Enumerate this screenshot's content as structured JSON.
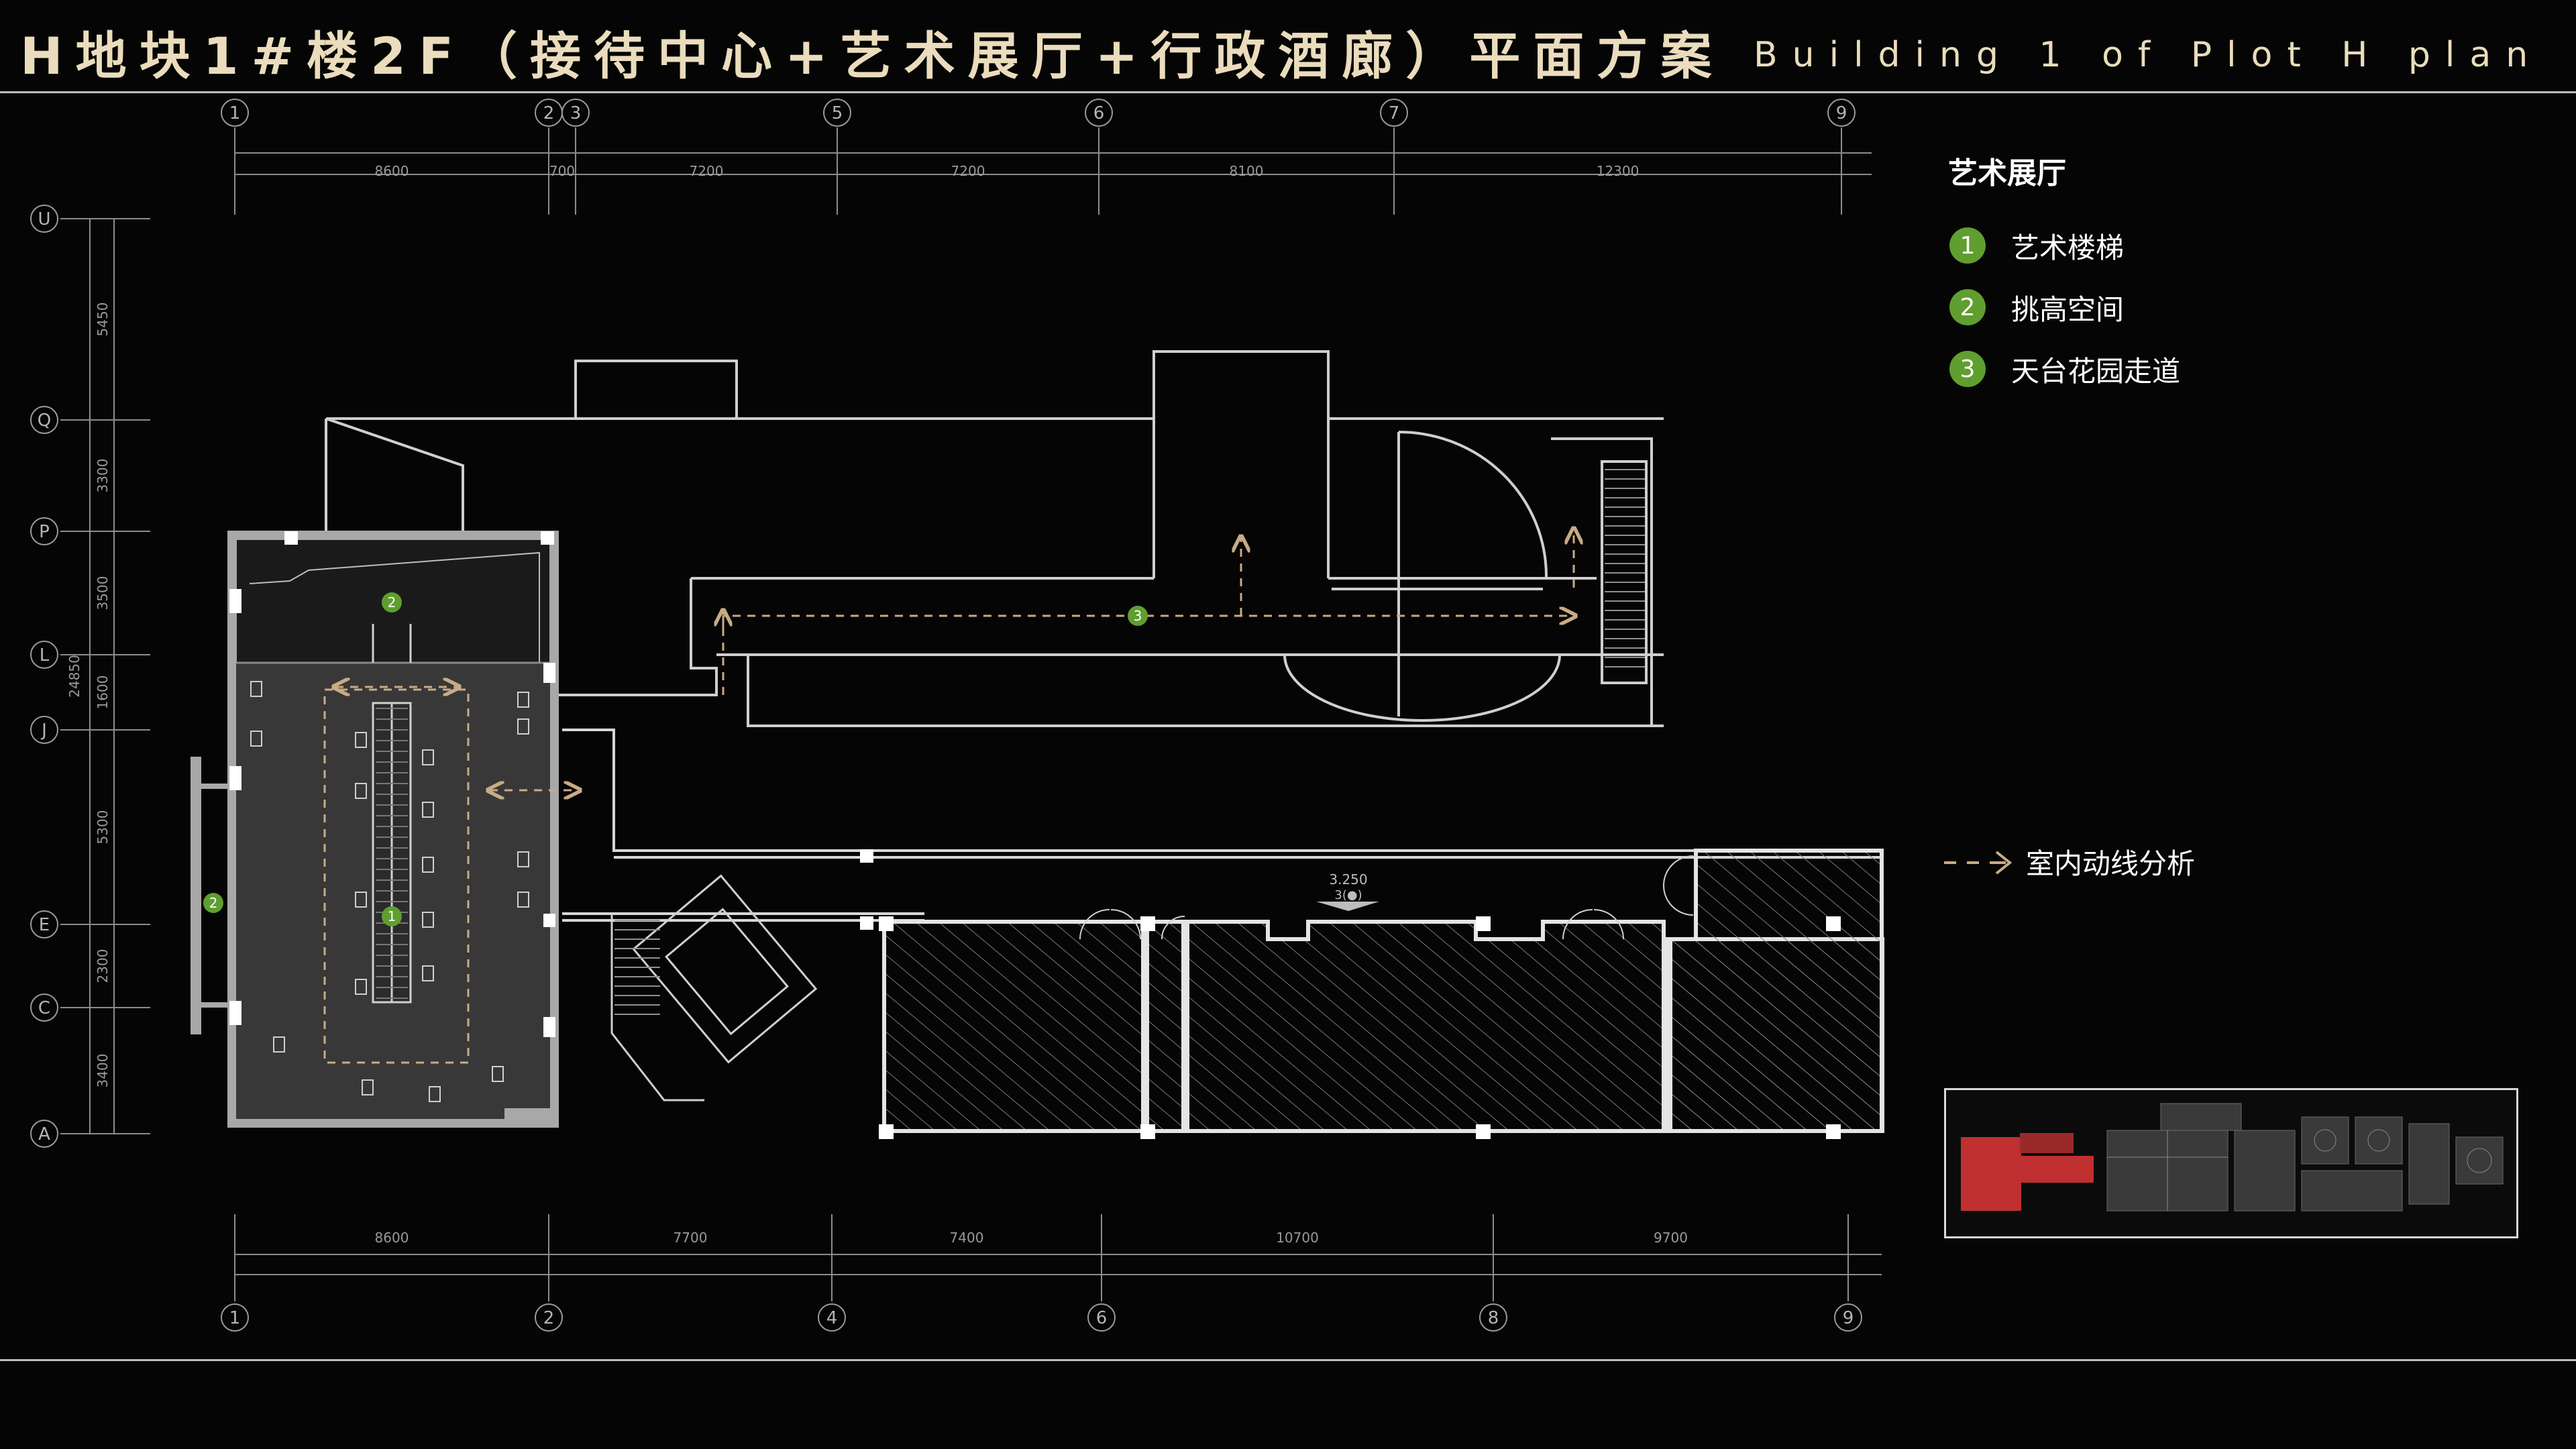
{
  "title": {
    "zh": "H地块1#楼2F（接待中心+艺术展厅+行政酒廊）平面方案",
    "en": "Building 1 of Plot H plan"
  },
  "legend": {
    "title": "艺术展厅",
    "items": [
      {
        "number": "1",
        "label": "艺术楼梯"
      },
      {
        "number": "2",
        "label": "挑高空间"
      },
      {
        "number": "3",
        "label": "天台花园走道"
      }
    ],
    "route_label": "室内动线分析"
  },
  "axes": {
    "top": [
      "1",
      "2",
      "3",
      "5",
      "6",
      "7",
      "9"
    ],
    "top_dims": [
      "8600",
      "700",
      "7200",
      "7200",
      "8100",
      "12300"
    ],
    "bottom": [
      "1",
      "2",
      "4",
      "6",
      "8",
      "9"
    ],
    "bottom_dims": [
      "8600",
      "7700",
      "7400",
      "10700",
      "9700"
    ],
    "left": [
      "U",
      "Q",
      "P",
      "L",
      "J",
      "E",
      "C",
      "A"
    ],
    "left_dims": [
      "5450",
      "3300",
      "3500",
      "1600",
      "5300",
      "2300",
      "3400"
    ],
    "left_total": "24850"
  },
  "plan_marks": {
    "elevation": "3.250",
    "elevation_sub": "3(●)",
    "markers": [
      "1",
      "2",
      "2",
      "3"
    ]
  },
  "colors": {
    "title": "#eadcbc",
    "badge": "#5f9e2f",
    "route": "#c8ab85",
    "highlight": "#b83232"
  }
}
